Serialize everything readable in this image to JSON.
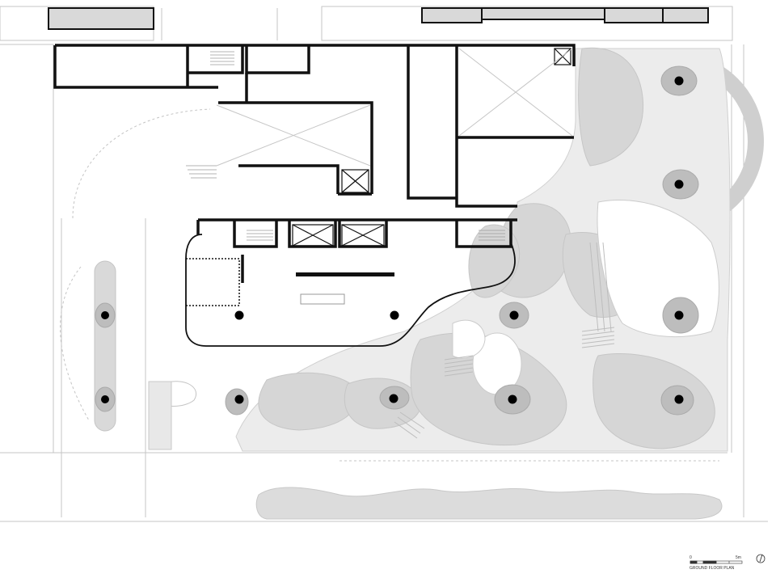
{
  "drawing": {
    "title": "GROUND FLOOR PLAN",
    "scale_bar": {
      "start_label": "0",
      "end_label": "5m"
    },
    "north_arrow_icon": "north-arrow-icon"
  },
  "colors": {
    "wall": "#111111",
    "thin_line": "#b5b5b5",
    "landscape_light": "#e6e6e6",
    "landscape_mid": "#d6d6d6",
    "landscape_dark": "#bdbdbd",
    "tree_trunk": "#000000",
    "background": "#ffffff"
  }
}
